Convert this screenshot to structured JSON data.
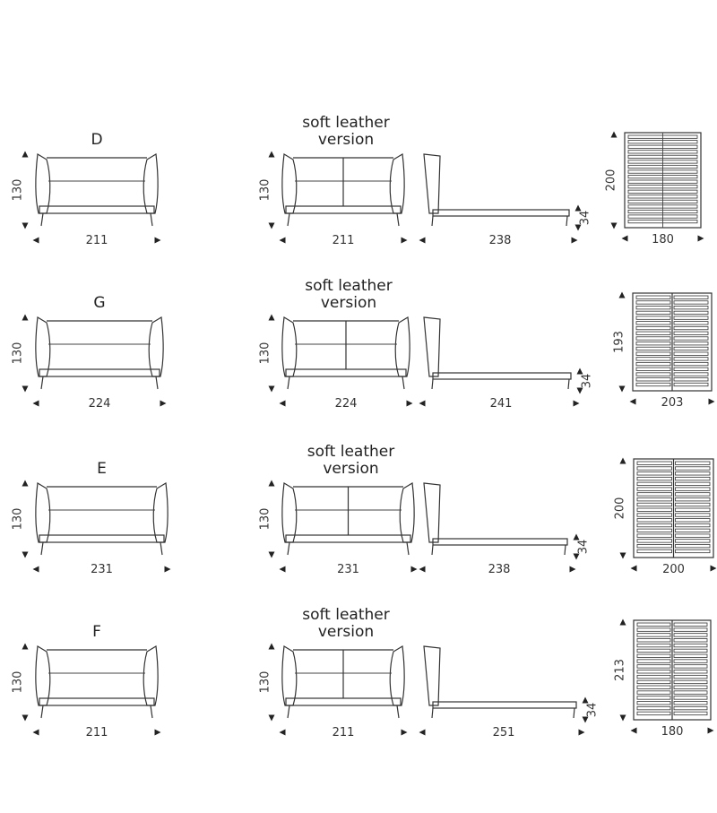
{
  "rows": [
    {
      "model": "D",
      "soft_leather_line1": "soft leather",
      "soft_leather_line2": "version",
      "height": "130",
      "front_width": "211",
      "soft_width": "211",
      "side_length": "238",
      "side_height": "34",
      "slat_length": "200",
      "slat_width": "180",
      "slat_divided": false
    },
    {
      "model": "G",
      "soft_leather_line1": "soft leather",
      "soft_leather_line2": "version",
      "height": "130",
      "front_width": "224",
      "soft_width": "224",
      "side_length": "241",
      "side_height": "34",
      "slat_length": "193",
      "slat_width": "203",
      "slat_divided": true
    },
    {
      "model": "E",
      "soft_leather_line1": "soft leather",
      "soft_leather_line2": "version",
      "height": "130",
      "front_width": "231",
      "soft_width": "231",
      "side_length": "238",
      "side_height": "34",
      "slat_length": "200",
      "slat_width": "200",
      "slat_divided": true
    },
    {
      "model": "F",
      "soft_leather_line1": "soft leather",
      "soft_leather_line2": "version",
      "height": "130",
      "front_width": "211",
      "soft_width": "211",
      "side_length": "251",
      "side_height": "34",
      "slat_length": "213",
      "slat_width": "180",
      "slat_divided": true
    }
  ]
}
